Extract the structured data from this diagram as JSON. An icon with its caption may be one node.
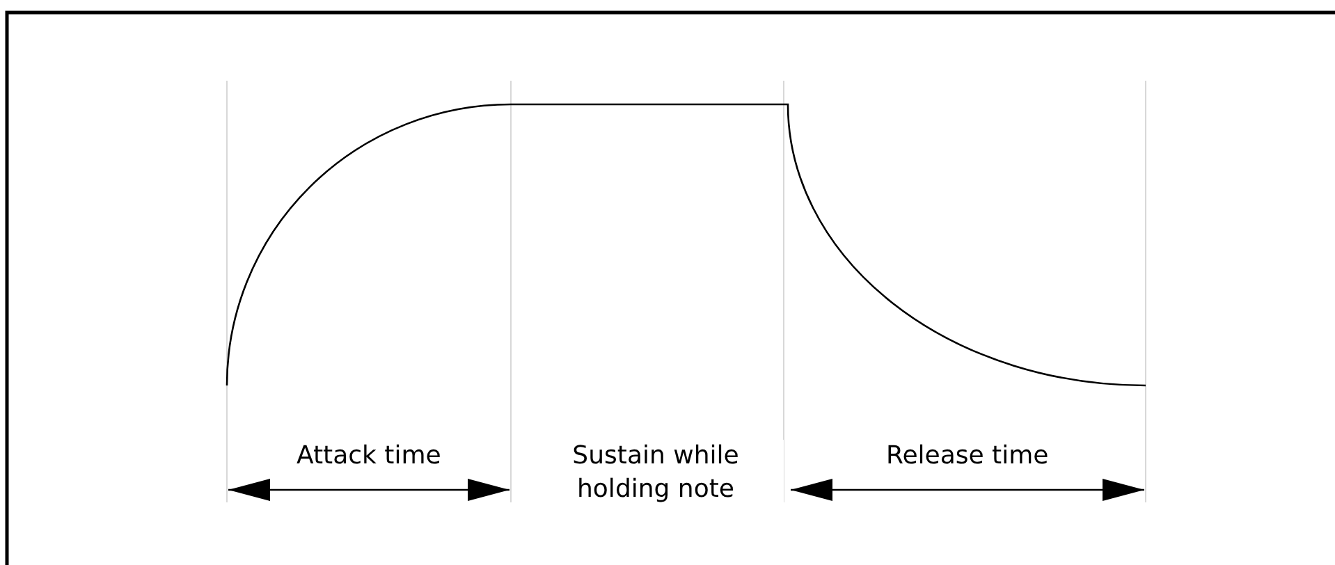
{
  "diagram": {
    "labels": [
      "Attack time",
      "Sustain while holding note",
      "Release time"
    ]
  }
}
